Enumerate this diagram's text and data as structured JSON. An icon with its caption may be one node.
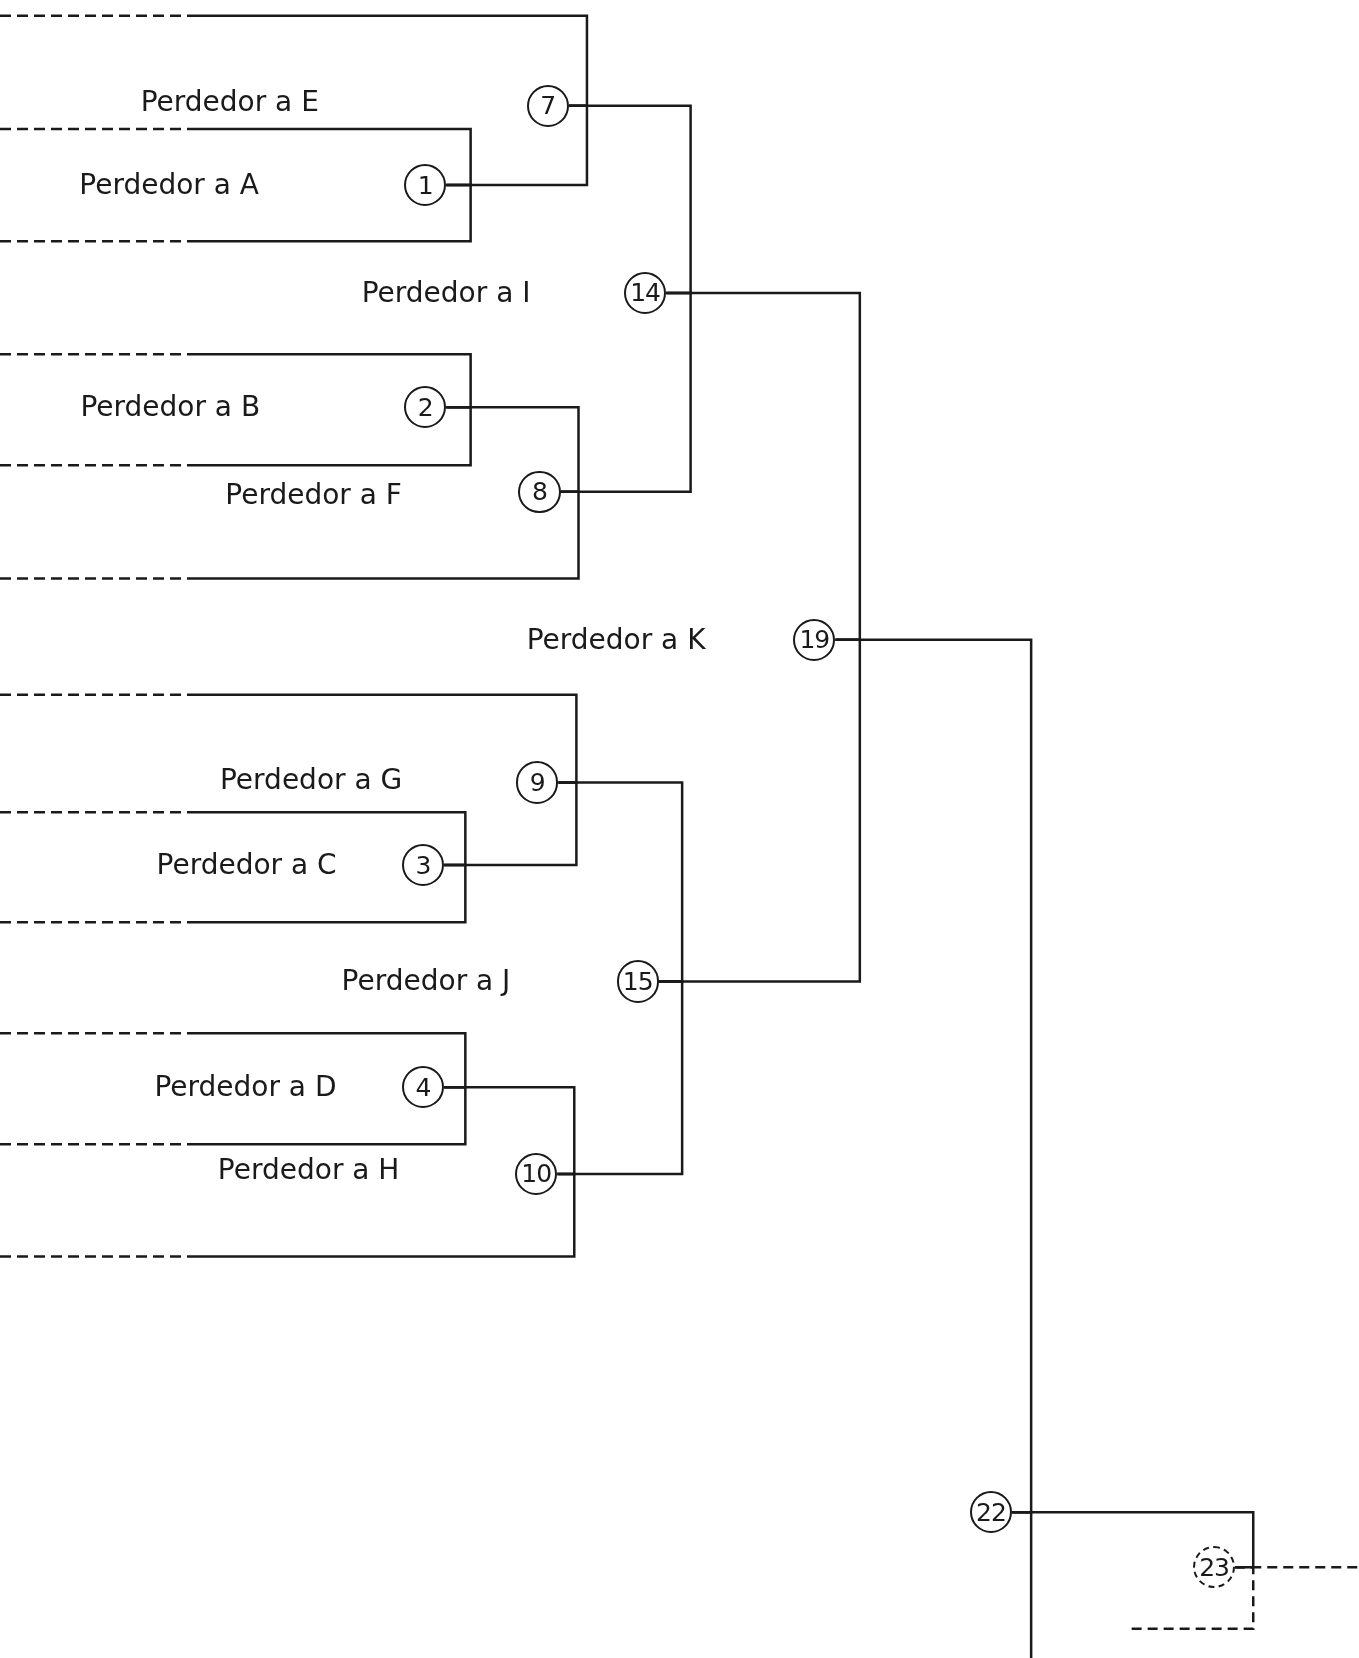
{
  "diagram": {
    "nodes": [
      {
        "text": [
          "7"
        ]
      },
      {
        "text": [
          "1"
        ]
      },
      {
        "text": [
          "14"
        ],
        "beside": [
          "Perdedor a I"
        ]
      },
      {
        "text": [
          "2"
        ]
      },
      {
        "text": [
          "8"
        ]
      },
      {
        "text": [
          "19"
        ],
        "beside": [
          "Perdedor a K"
        ]
      },
      {
        "text": [
          "9"
        ]
      },
      {
        "text": [
          "3"
        ],
        "beside": [
          "Perdedor a C"
        ]
      },
      {
        "text": [
          "15"
        ],
        "beside": [
          "Perdedor a J"
        ]
      },
      {
        "text": [
          "4"
        ],
        "beside": [
          "Perdedor a D"
        ]
      },
      {
        "text": [
          "10"
        ]
      },
      {
        "text": [
          "22"
        ]
      },
      {
        "text": [
          "23"
        ]
      }
    ],
    "edges": [
      {
        "from": null,
        "to": 0,
        "arrow": "none",
        "style": "dashed"
      },
      {
        "from": 1,
        "to": 0,
        "arrow": "none"
      },
      {
        "from": null,
        "to": 1,
        "arrow": "none",
        "style": "dashed"
      },
      {
        "from": null,
        "to": 1,
        "arrow": "none",
        "style": "dashed"
      },
      {
        "from": 0,
        "to": 2,
        "arrow": "none"
      },
      {
        "from": 4,
        "to": 2,
        "arrow": "none"
      },
      {
        "from": null,
        "to": 3,
        "arrow": "none",
        "style": "dashed"
      },
      {
        "from": null,
        "to": 3,
        "arrow": "none",
        "style": "dashed"
      },
      {
        "from": 3,
        "to": 4,
        "arrow": "none"
      },
      {
        "from": null,
        "to": 4,
        "arrow": "none",
        "style": "dashed"
      },
      {
        "from": 2,
        "to": 5,
        "arrow": "none"
      },
      {
        "from": 8,
        "to": 5,
        "arrow": "none"
      },
      {
        "from": null,
        "to": 6,
        "arrow": "none",
        "style": "dashed"
      },
      {
        "from": 7,
        "to": 6,
        "arrow": "none"
      },
      {
        "from": null,
        "to": 7,
        "arrow": "none",
        "style": "dashed"
      },
      {
        "from": null,
        "to": 7,
        "arrow": "none",
        "style": "dashed"
      },
      {
        "from": 6,
        "to": 8,
        "arrow": "none"
      },
      {
        "from": 10,
        "to": 8,
        "arrow": "none"
      },
      {
        "from": null,
        "to": 9,
        "arrow": "none",
        "style": "dashed"
      },
      {
        "from": null,
        "to": 9,
        "arrow": "none",
        "style": "dashed"
      },
      {
        "from": 9,
        "to": 10,
        "arrow": "none"
      },
      {
        "from": null,
        "to": 10,
        "arrow": "none",
        "style": "dashed"
      },
      {
        "from": 5,
        "to": 11,
        "arrow": "none"
      },
      {
        "from": null,
        "to": 11,
        "arrow": "none"
      },
      {
        "from": 11,
        "to": 12,
        "arrow": "none"
      },
      {
        "from": null,
        "to": 12,
        "arrow": "none",
        "style": "dashed"
      },
      {
        "from": 12,
        "to": null,
        "arrow": "none",
        "style": "dashed"
      }
    ],
    "labels": [
      "Perdedor a E",
      "Perdedor a A",
      "Perdedor a B",
      "Perdedor a F",
      "Perdedor a G",
      "Perdedor a H"
    ]
  }
}
